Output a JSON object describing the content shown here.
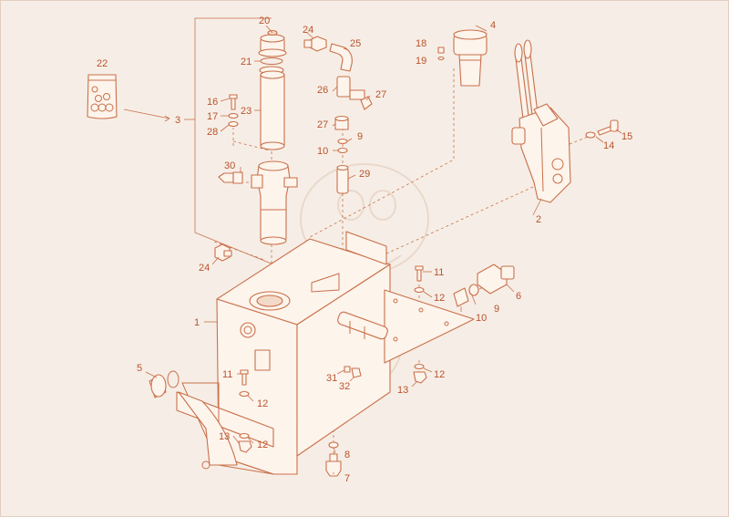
{
  "colors": {
    "background": "#f6eee6",
    "line": "#c9704a",
    "label": "#b9522c"
  },
  "callouts": {
    "c1": "1",
    "c2": "2",
    "c3": "3",
    "c4": "4",
    "c5": "5",
    "c6": "6",
    "c7": "7",
    "c8": "8",
    "c9a": "9",
    "c9b": "9",
    "c10a": "10",
    "c10b": "10",
    "c11a": "11",
    "c11b": "11",
    "c12a": "12",
    "c12b": "12",
    "c12c": "12",
    "c12d": "12",
    "c13a": "13",
    "c13b": "13",
    "c14": "14",
    "c15": "15",
    "c16": "16",
    "c17": "17",
    "c18": "18",
    "c19": "19",
    "c20": "20",
    "c21": "21",
    "c22": "22",
    "c23": "23",
    "c24a": "24",
    "c24b": "24",
    "c25": "25",
    "c26": "26",
    "c27a": "27",
    "c27b": "27",
    "c28": "28",
    "c29": "29",
    "c30": "30",
    "c31": "31",
    "c32": "32"
  }
}
